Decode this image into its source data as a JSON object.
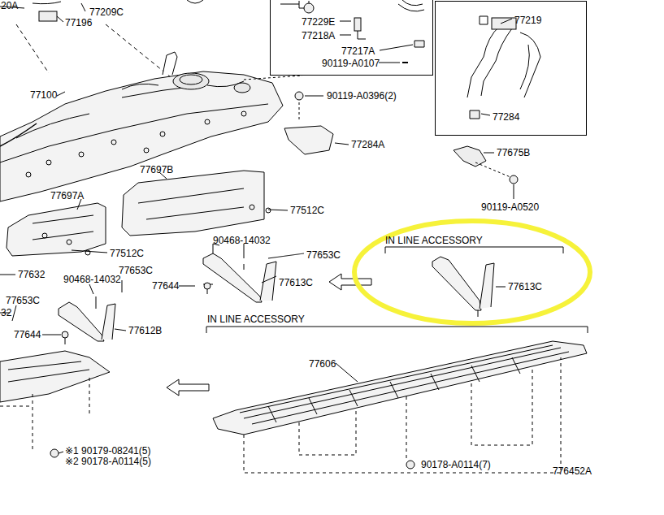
{
  "diagram": {
    "nodes": [
      {
        "text": [
          "77229E",
          "77218A",
          "77217A",
          "90119-A0107"
        ]
      },
      {
        "text": [
          "77219",
          "77284"
        ]
      },
      {
        "text": [
          "IN LINE ACCESSORY",
          "77613C"
        ]
      }
    ],
    "labels": [
      "20A",
      "77209C",
      "77196",
      "77100",
      "90119-A0396(2)",
      "77284A",
      "77675B",
      "90119-A0520",
      "77697B",
      "77697A",
      "77512C",
      "77512C",
      "77632",
      "90468-14032",
      "77653C",
      "77644",
      "77613C",
      "90468-14032",
      "77653C",
      "77653C",
      "32",
      "77644",
      "77612B",
      "IN LINE ACCESSORY",
      "77606",
      "※1 90179-08241(5)",
      "※2 90178-A0114(5)",
      "90178-A0114(7)",
      "776452A"
    ]
  }
}
